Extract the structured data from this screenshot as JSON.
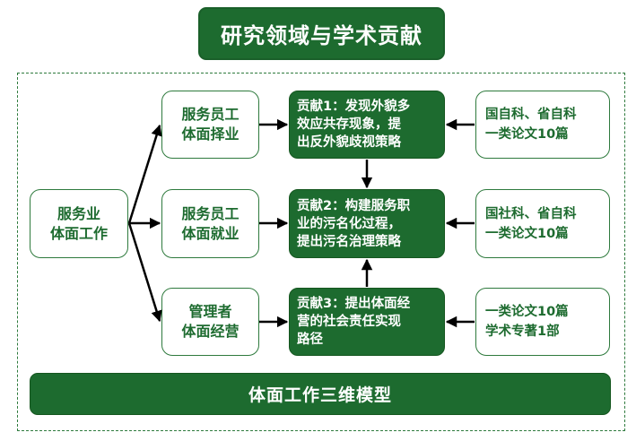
{
  "title": "研究领域与学术贡献",
  "root": "服务业\n体面工作",
  "branches": [
    {
      "label": "服务员工\n体面择业",
      "contribution": "贡献1：发现外貌多\n效应共存现象，提\n出反外貌歧视策略",
      "output": "国自科、省自科\n一类论文10篇"
    },
    {
      "label": "服务员工\n体面就业",
      "contribution": "贡献2：构建服务职\n业的污名化过程，\n提出污名治理策略",
      "output": "国社科、省自科\n一类论文10篇"
    },
    {
      "label": "管理者\n体面经营",
      "contribution": "贡献3：提出体面经\n营的社会责任实现\n路径",
      "output": "一类论文10篇\n学术专著1部"
    }
  ],
  "model": "体面工作三维模型",
  "colors": {
    "primary": "#1d6b2f",
    "border": "#2e7a3d",
    "arrow": "#000000"
  }
}
